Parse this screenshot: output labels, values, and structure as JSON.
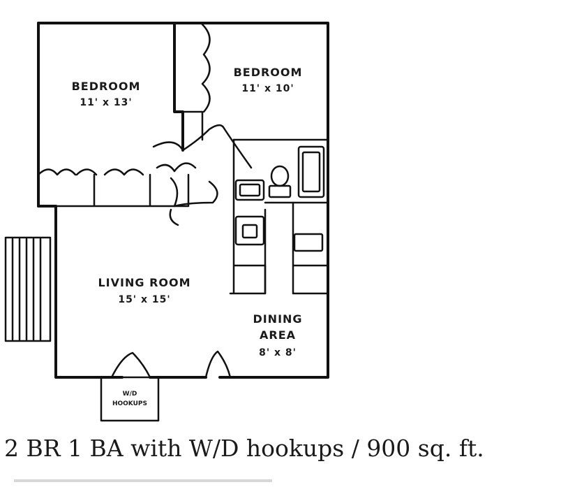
{
  "rooms": {
    "bedroom_left": {
      "name": "BEDROOM",
      "size": "11' x 13'"
    },
    "bedroom_right": {
      "name": "BEDROOM",
      "size": "11' x 10'"
    },
    "living": {
      "name": "LIVING ROOM",
      "size": "15' x 15'"
    },
    "dining": {
      "name": "DINING",
      "name2": "AREA",
      "size": "8' x 8'"
    },
    "wd": {
      "line1": "W/D",
      "line2": "HOOKUPS"
    }
  },
  "caption": "2 BR 1 BA with W/D hookups / 900 sq. ft."
}
